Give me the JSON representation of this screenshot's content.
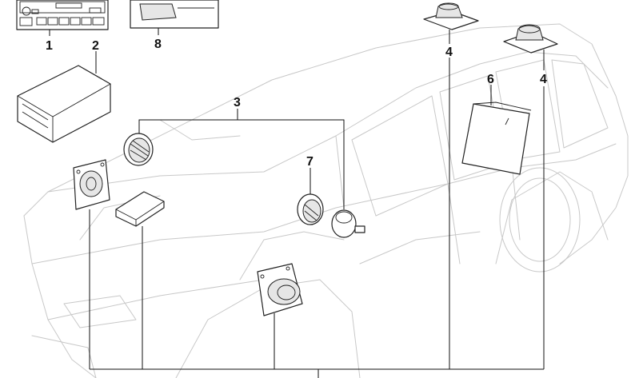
{
  "diagram": {
    "callouts": [
      {
        "id": "1",
        "label": "1"
      },
      {
        "id": "2",
        "label": "2"
      },
      {
        "id": "3",
        "label": "3"
      },
      {
        "id": "4a",
        "label": "4"
      },
      {
        "id": "4b",
        "label": "4"
      },
      {
        "id": "6",
        "label": "6"
      },
      {
        "id": "7",
        "label": "7"
      },
      {
        "id": "8",
        "label": "8"
      }
    ],
    "parts": [
      {
        "number": "1",
        "icon": "radio-cassette-unit-icon"
      },
      {
        "number": "2",
        "icon": "amplifier-box-icon"
      },
      {
        "number": "3",
        "icon": "speaker-pair-icon"
      },
      {
        "number": "4",
        "icon": "rear-speaker-icon"
      },
      {
        "number": "6",
        "icon": "subwoofer-box-icon"
      },
      {
        "number": "7",
        "icon": "tweeter-icon"
      },
      {
        "number": "8",
        "icon": "navigation-module-icon"
      }
    ],
    "colors": {
      "lines": "#111111",
      "car_outline": "#c8c8c8",
      "background": "#ffffff"
    }
  }
}
